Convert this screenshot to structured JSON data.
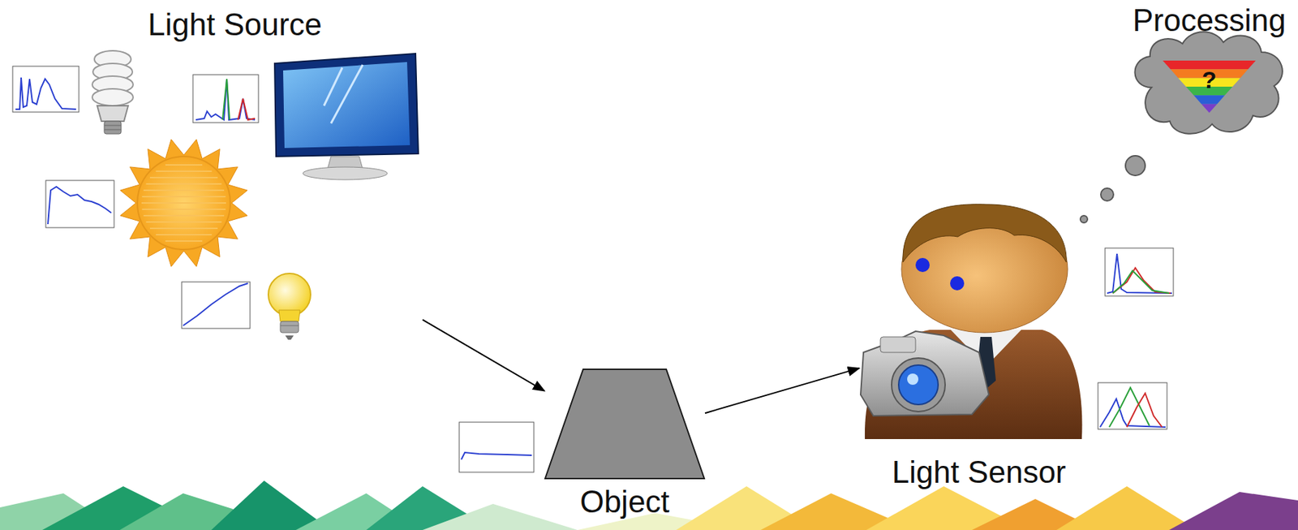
{
  "diagram": {
    "nodes": [
      {
        "text": [
          "Light Source"
        ]
      },
      {
        "text": [
          "Object"
        ]
      },
      {
        "text": [
          "Light Sensor"
        ]
      },
      {
        "text": [
          "Processing",
          "?"
        ]
      }
    ],
    "edges": [
      {
        "from": 0,
        "to": 1,
        "arrow": "to"
      },
      {
        "from": 1,
        "to": 2,
        "arrow": "to"
      }
    ]
  }
}
